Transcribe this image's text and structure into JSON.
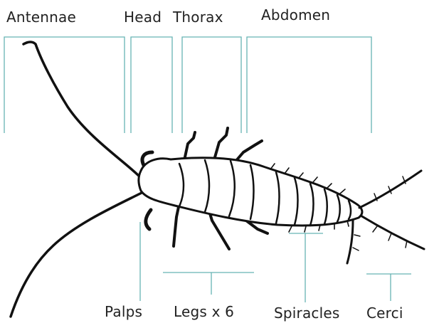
{
  "colors": {
    "leader": "#67b3b3",
    "ink": "#111111",
    "background": "#ffffff",
    "label_text": "#222222"
  },
  "labels": {
    "antennae": "Antennae",
    "head": "Head",
    "thorax": "Thorax",
    "abdomen": "Abdomen",
    "palps": "Palps",
    "legs": "Legs x 6",
    "spiracles": "Spiracles",
    "cerci": "Cerci"
  }
}
